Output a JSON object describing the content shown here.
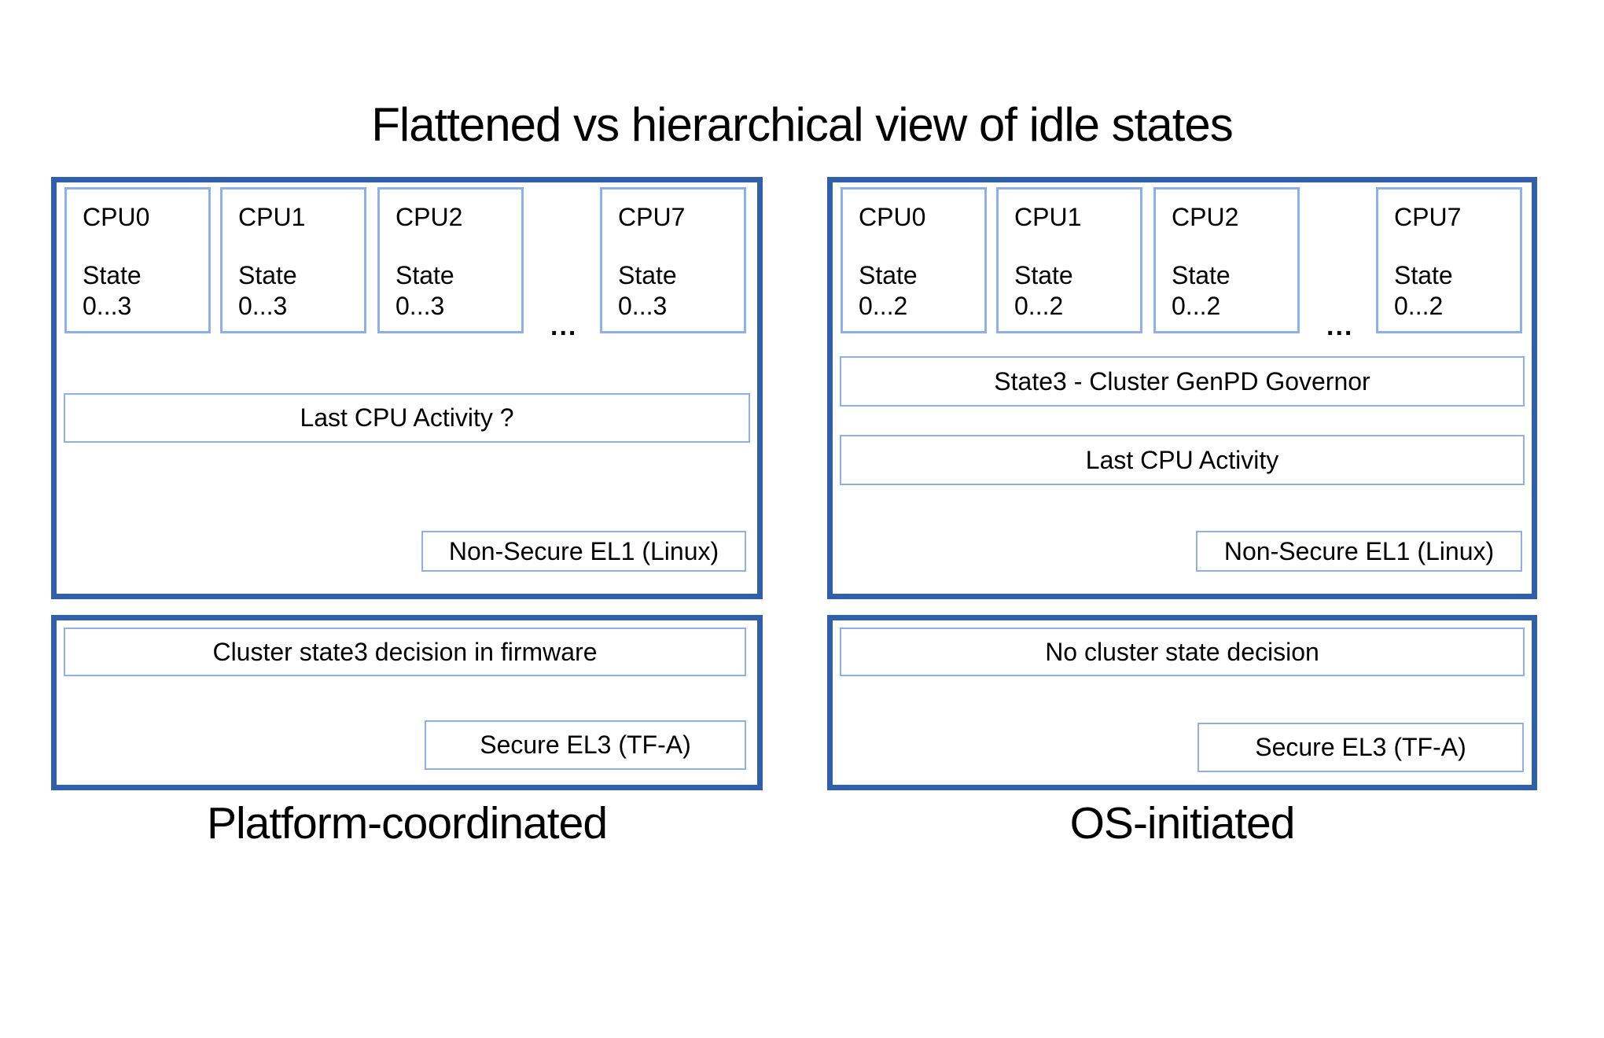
{
  "title": "Flattened vs hierarchical view of idle states",
  "colors": {
    "panel_border": "#3060ac",
    "box_border": "#8db0ea",
    "text": "#000000",
    "background": "#ffffff"
  },
  "left": {
    "label": "Platform-coordinated",
    "top_panel": {
      "cpus": [
        {
          "name": "CPU0",
          "state_line1": "State",
          "state_line2": "0...3"
        },
        {
          "name": "CPU1",
          "state_line1": "State",
          "state_line2": "0...3"
        },
        {
          "name": "CPU2",
          "state_line1": "State",
          "state_line2": "0...3"
        },
        {
          "name": "CPU7",
          "state_line1": "State",
          "state_line2": "0...3"
        }
      ],
      "ellipsis": "...",
      "activity_label": "Last CPU Activity ?",
      "el1_label": "Non-Secure EL1 (Linux)"
    },
    "bottom_panel": {
      "decision_label": "Cluster state3 decision in firmware",
      "el3_label": "Secure EL3 (TF-A)"
    }
  },
  "right": {
    "label": "OS-initiated",
    "top_panel": {
      "cpus": [
        {
          "name": "CPU0",
          "state_line1": "State",
          "state_line2": "0...2"
        },
        {
          "name": "CPU1",
          "state_line1": "State",
          "state_line2": "0...2"
        },
        {
          "name": "CPU2",
          "state_line1": "State",
          "state_line2": "0...2"
        },
        {
          "name": "CPU7",
          "state_line1": "State",
          "state_line2": "0...2"
        }
      ],
      "ellipsis": "...",
      "governor_label": "State3 - Cluster GenPD Governor",
      "activity_label": "Last CPU Activity",
      "el1_label": "Non-Secure EL1 (Linux)"
    },
    "bottom_panel": {
      "decision_label": "No cluster state decision",
      "el3_label": "Secure EL3 (TF-A)"
    }
  }
}
